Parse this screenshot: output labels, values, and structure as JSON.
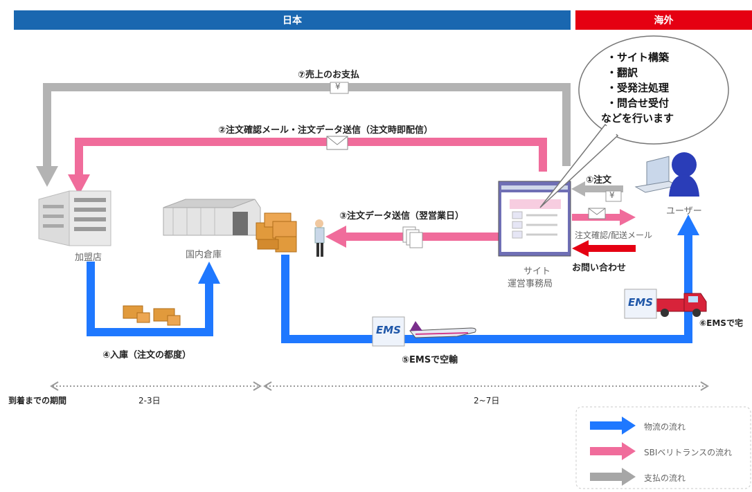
{
  "header": {
    "japan_label": "日本",
    "overseas_label": "海外",
    "japan_color": "#1a67b0",
    "overseas_color": "#e50012"
  },
  "bubble": {
    "lines": [
      "・サイト構築",
      "・翻訳",
      "・受発注処理",
      "・問合せ受付",
      "などを行います"
    ]
  },
  "steps": {
    "step1": "①注文",
    "step2": "②注文確認メール・注文データ送信（注文時即配信）",
    "step3": "③注文データ送信（翌営業日）",
    "step4": "④入庫（注文の都度）",
    "step5": "⑤EMSで空輸",
    "step6": "⑥EMSで宅",
    "step7": "⑦売上のお支払"
  },
  "nodes": {
    "store": "加盟店",
    "warehouse": "国内倉庫",
    "office_line1": "サイト",
    "office_line2": "運営事務局",
    "user": "ユーザー"
  },
  "messages": {
    "confirm_mail": "注文確認/配送メール",
    "inquiry": "お問い合わせ"
  },
  "icons": {
    "yen": "¥",
    "ems": "EMS"
  },
  "timeline": {
    "label": "到着までの期間",
    "segment1": "2-3日",
    "segment2": "2~7日"
  },
  "legend": {
    "items": [
      {
        "label": "物流の流れ",
        "color": "#1f78ff"
      },
      {
        "label": "SBIベリトランスの流れ",
        "color": "#f06c9b"
      },
      {
        "label": "支払の流れ",
        "color": "#a6a6a6"
      }
    ]
  }
}
